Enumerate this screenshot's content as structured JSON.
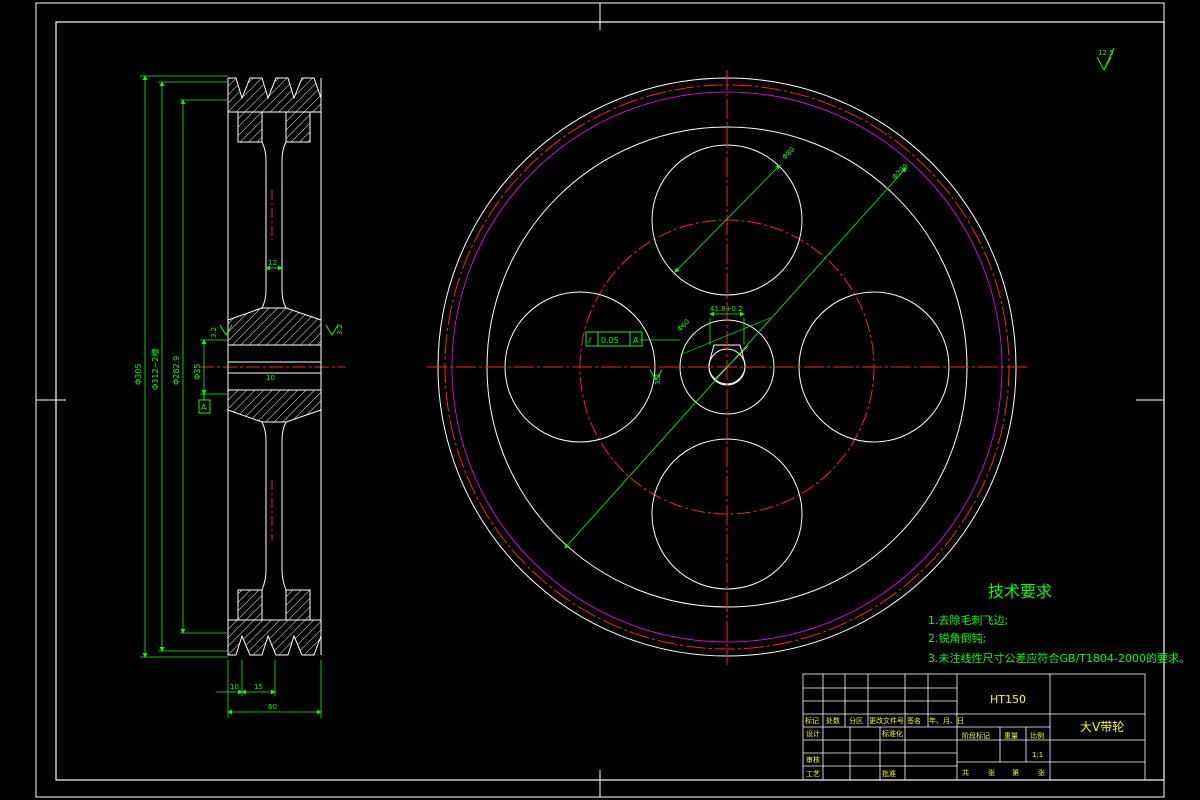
{
  "colors": {
    "background": "#000000",
    "outline": "#ffffff",
    "dimension": "#00ff00",
    "centerline": "#ff2020",
    "pitch_circle": "#ff00ff",
    "hatch": "#ffffff"
  },
  "side_view": {
    "dim_outer_diameter": "Φ305",
    "dim_datum_diameter": "Φ312−2槽",
    "dim_rim_inner": "Φ282.9",
    "dim_bore": "Φ35",
    "dim_web_thickness": "12",
    "dim_keyway": "10",
    "dim_groove_pitch": "15",
    "dim_hub_offset": "10",
    "dim_total_width": "60",
    "roughness_hub": "3.2",
    "roughness_groove": "3.2",
    "datum_label": "A"
  },
  "front_view": {
    "dim_hole_diameter": "Φ80",
    "dim_hole_circle": "Φ200",
    "dim_hub_diameter": "Φ60",
    "dim_keyway_depth": "41.8+0.2",
    "roughness_keyway": "3.2",
    "tolerance_frame": {
      "symbol": "⫽",
      "value": "0.05",
      "datum": "A"
    }
  },
  "roughness_corner": "12.5",
  "tech_requirements": {
    "title": "技术要求",
    "items": [
      "1.去除毛刺飞边;",
      "2.锐角倒钝;",
      "3.未注线性尺寸公差应符合GB/T1804-2000的要求。"
    ]
  },
  "title_block": {
    "material": "HT150",
    "part_name": "大V带轮",
    "scale_label": "比例",
    "scale_value": "1:1",
    "headers": [
      "标记",
      "处数",
      "分区",
      "更改文件号",
      "签名",
      "年、月、日"
    ],
    "stage_marks_label": "阶段标记",
    "weight_label": "重量",
    "design_label": "设计",
    "standardization_label": "标准化",
    "review_label": "审核",
    "process_label": "工艺",
    "approve_label": "批准",
    "sheet_labels": [
      "共",
      "张",
      "第",
      "张"
    ]
  }
}
